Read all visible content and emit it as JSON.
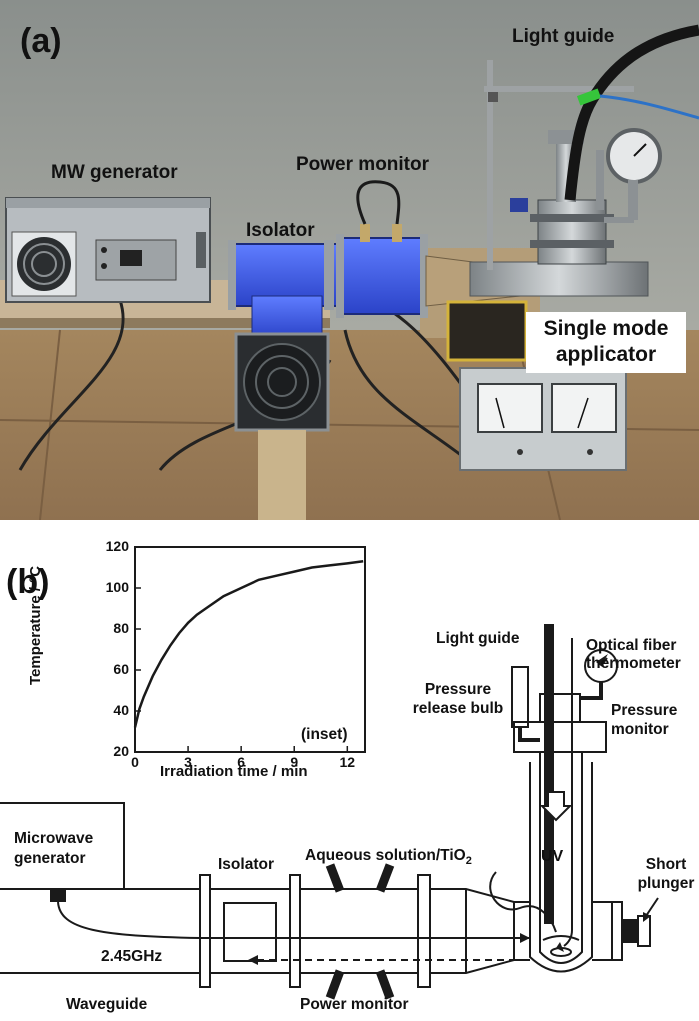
{
  "panel_a": {
    "letter": "(a)",
    "labels": {
      "mw_generator": "MW generator",
      "power_monitor": "Power monitor",
      "isolator": "Isolator",
      "light_guide": "Light guide",
      "applicator_line1": "Single mode",
      "applicator_line2": "applicator"
    }
  },
  "panel_b": {
    "letter": "(b)",
    "labels": {
      "light_guide": "Light guide",
      "optical_fiber_line1": "Optical fiber",
      "optical_fiber_line2": "thermometer",
      "pressure_bulb_line1": "Pressure",
      "pressure_bulb_line2": "release bulb",
      "pressure_monitor_line1": "Pressure",
      "pressure_monitor_line2": "monitor",
      "microwave_line1": "Microwave",
      "microwave_line2": "generator",
      "isolator": "Isolator",
      "aqueous": "Aqueous solution/TiO",
      "aqueous_sub": "2",
      "uv": "UV",
      "short_plunger_line1": "Short",
      "short_plunger_line2": "plunger",
      "frequency": "2.45GHz",
      "waveguide": "Waveguide",
      "power_monitor": "Power monitor"
    }
  },
  "chart_data": {
    "type": "line",
    "xlabel": "Irradiation time / min",
    "ylabel": "Temperature / °C",
    "annotation": "(inset)",
    "xlim": [
      0,
      13
    ],
    "ylim": [
      20,
      120
    ],
    "xticks": [
      "0",
      "3",
      "6",
      "9",
      "12"
    ],
    "yticks": [
      "20",
      "40",
      "60",
      "80",
      "100",
      "120"
    ],
    "series": [
      {
        "x": [
          0,
          0.25,
          0.5,
          1,
          1.5,
          2,
          2.5,
          3,
          3.5,
          4,
          5,
          6,
          7,
          8,
          9,
          10,
          11,
          12,
          12.9
        ],
        "y": [
          32,
          41,
          47,
          57,
          65,
          72,
          78,
          83,
          87,
          90,
          96,
          100,
          104,
          106,
          108,
          110,
          111,
          112,
          113
        ]
      }
    ]
  }
}
